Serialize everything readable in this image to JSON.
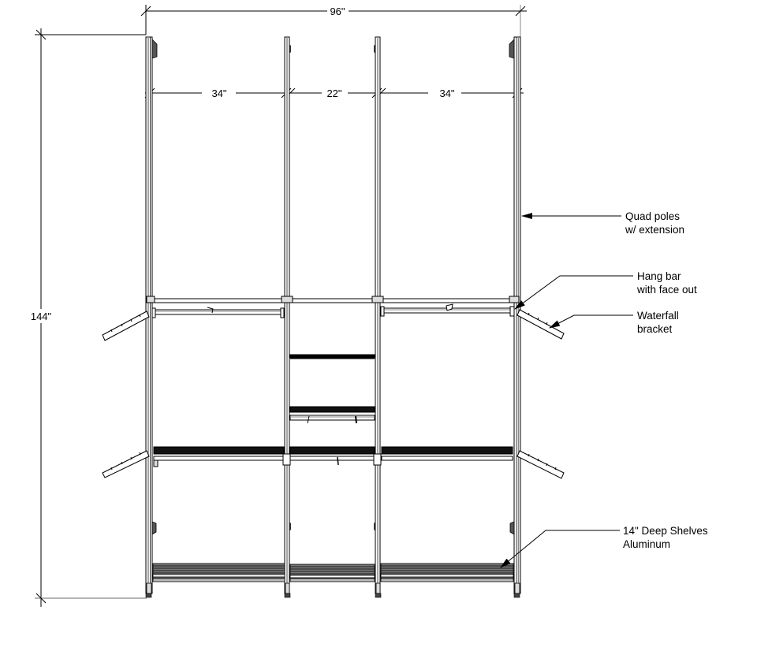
{
  "dimensions": {
    "overall_width": "96\"",
    "overall_height": "144\"",
    "bay_left": "34\"",
    "bay_center": "22\"",
    "bay_right": "34\""
  },
  "callouts": [
    {
      "line1": "Quad poles",
      "line2": "w/ extension"
    },
    {
      "line1": "Hang bar",
      "line2": "with face out"
    },
    {
      "line1": "Waterfall",
      "line2": "bracket"
    },
    {
      "line1": "14\" Deep Shelves",
      "line2": "Aluminum"
    }
  ],
  "colors": {
    "line": "#000000",
    "pole_fill": "#9a9a9a",
    "shelf_fill": "#111111",
    "background": "#ffffff"
  }
}
